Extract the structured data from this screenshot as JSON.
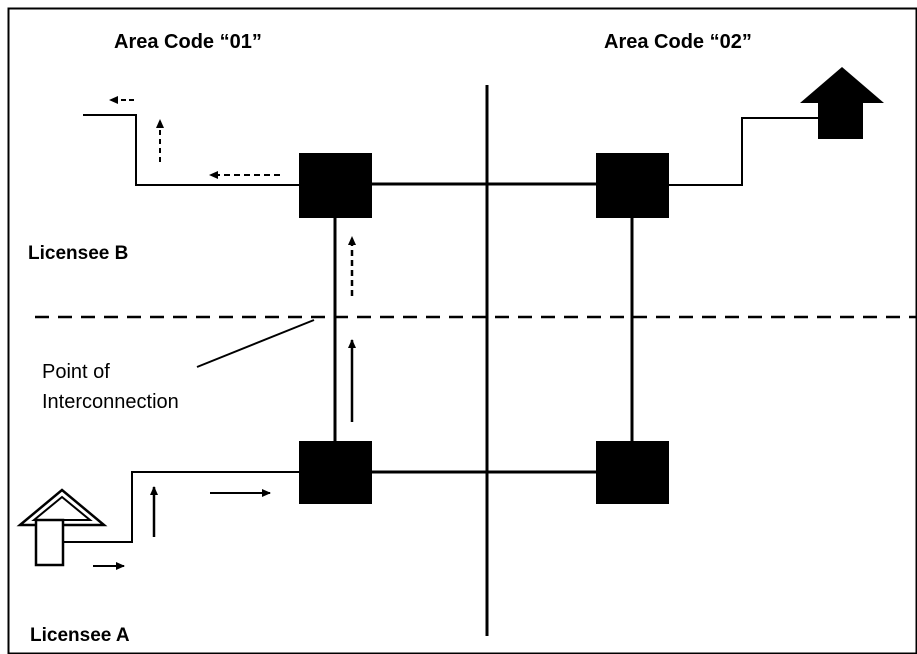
{
  "labels": {
    "area_code_1": "Area Code “01”",
    "area_code_2": "Area Code “02”",
    "licensee_b": "Licensee B",
    "licensee_a": "Licensee A",
    "poi_line1": "Point of",
    "poi_line2": "Interconnection"
  },
  "icons": {
    "caller_house": "house-outline-icon",
    "receiver_house": "house-solid-icon",
    "switch": "switch-node-icon"
  },
  "colors": {
    "ink": "#000000",
    "background": "#ffffff"
  }
}
